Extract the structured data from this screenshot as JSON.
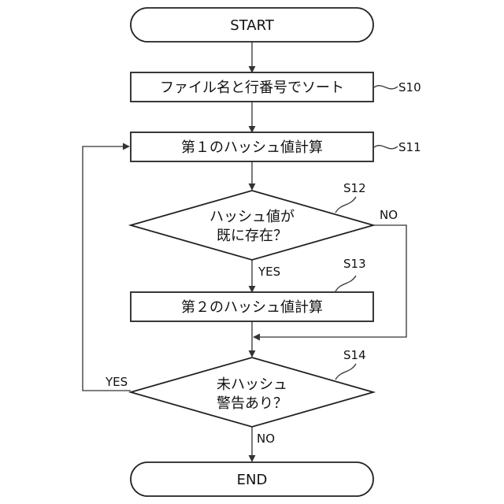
{
  "nodes": {
    "start": "START",
    "s10": "ファイル名と行番号でソート",
    "s11": "第１のハッシュ値計算",
    "s12_line1": "ハッシュ値が",
    "s12_line2": "既に存在？",
    "s13": "第２のハッシュ値計算",
    "s14_line1": "未ハッシュ",
    "s14_line2": "警告あり？",
    "end": "END"
  },
  "step_labels": {
    "s10": "S10",
    "s11": "S11",
    "s12": "S12",
    "s13": "S13",
    "s14": "S14"
  },
  "branch_labels": {
    "s12_yes": "YES",
    "s12_no": "NO",
    "s14_yes": "YES",
    "s14_no": "NO"
  }
}
